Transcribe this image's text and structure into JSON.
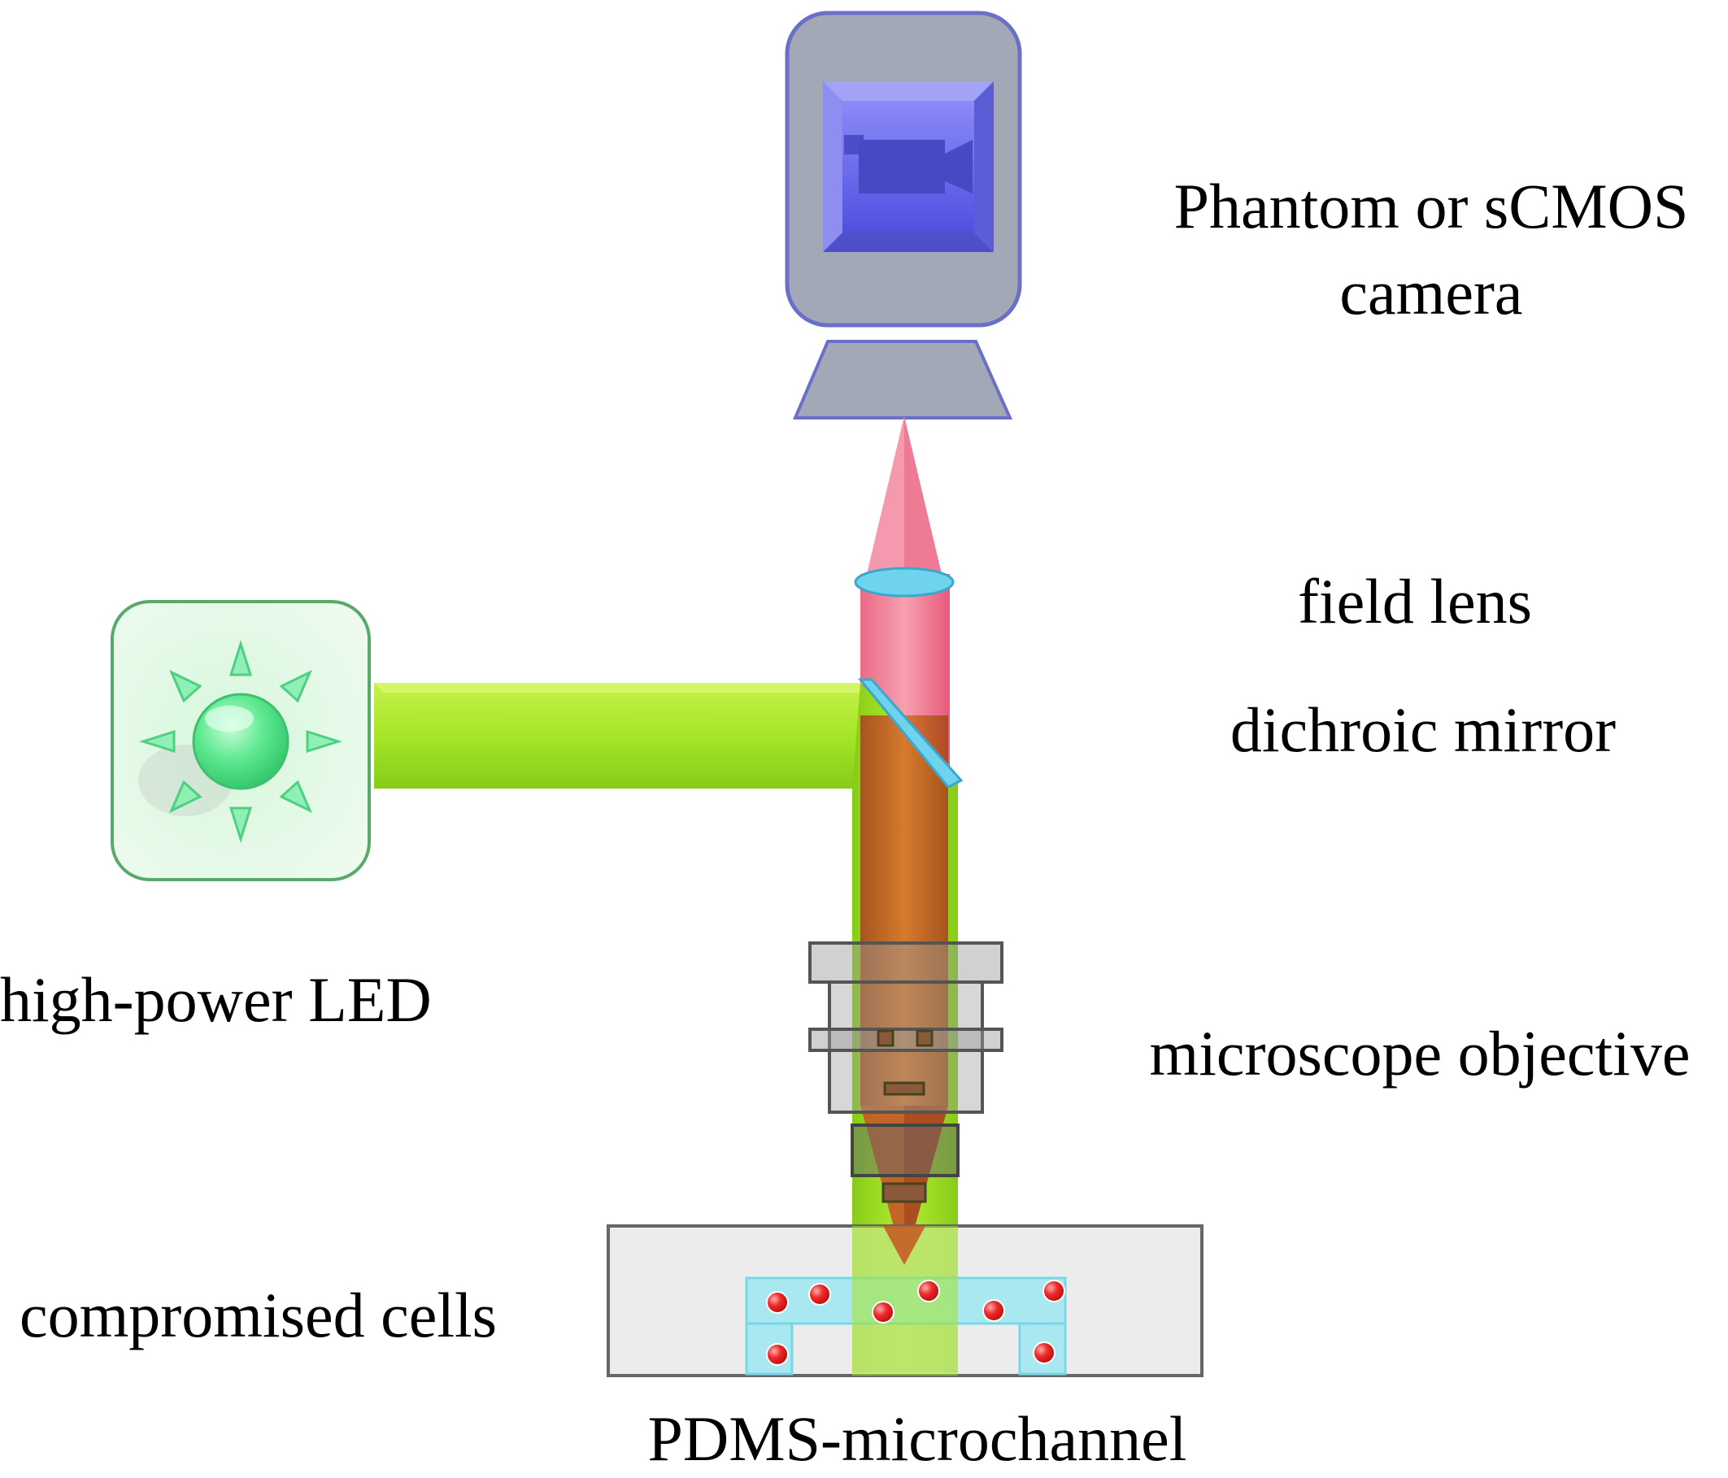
{
  "labels": {
    "camera_line1": "Phantom or sCMOS",
    "camera_line2": "camera",
    "field_lens": "field lens",
    "dichroic_mirror": "dichroic mirror",
    "led": "high-power LED",
    "objective": "microscope objective",
    "cells": "compromised cells",
    "microchannel": "PDMS-microchannel"
  },
  "icons": {
    "camera": "video-camera-icon",
    "led": "sun-icon"
  },
  "colors": {
    "camera_body": "#a3a8b6",
    "camera_screen": "#6e6ef0",
    "excitation_beam": "#a6e62a",
    "emission_beam": "#f2708a",
    "emission_lower": "#c05a26",
    "lens": "#6fd3ee",
    "led_glow": "#6ff09a",
    "cell": "#e02020",
    "channel": "#9ee8f2",
    "chip": "#e6e6e6"
  }
}
